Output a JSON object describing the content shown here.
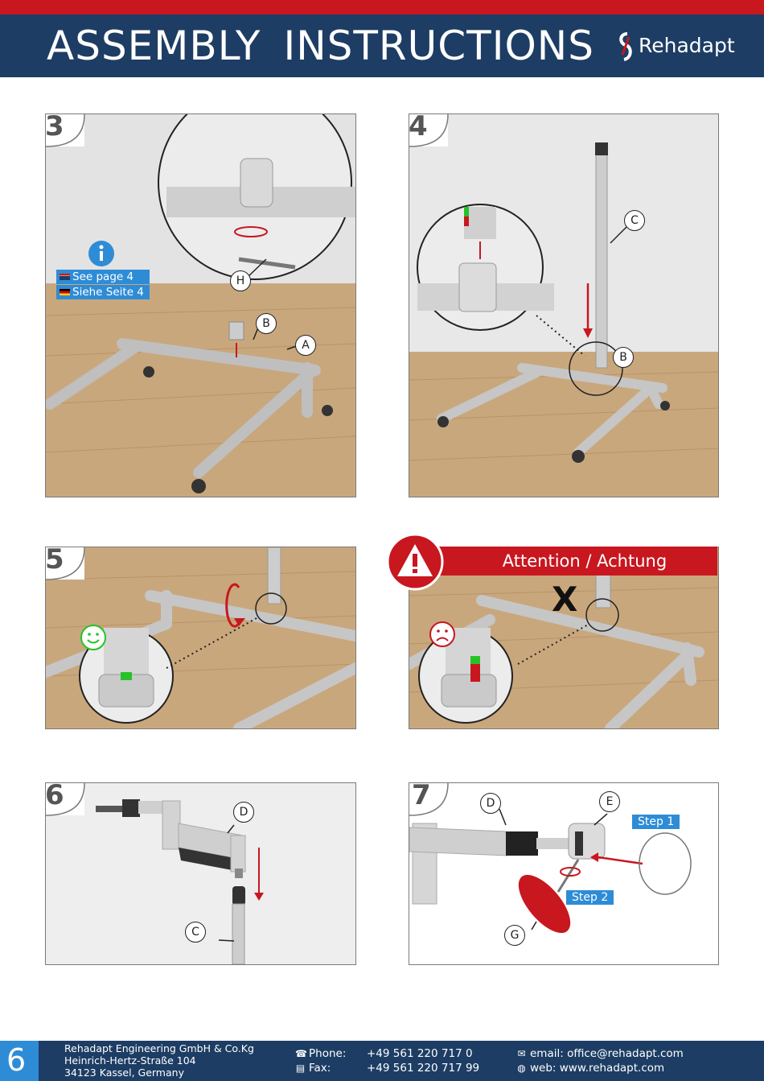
{
  "header": {
    "title_words": [
      "ASSEMBLY",
      "INSTRUCTIONS"
    ],
    "brand": "Rehadapt"
  },
  "steps": [
    {
      "number": "3",
      "callouts": [
        "H",
        "B",
        "A"
      ]
    },
    {
      "number": "4",
      "callouts": [
        "C",
        "B"
      ]
    },
    {
      "number": "5"
    },
    {
      "number": "6",
      "callouts": [
        "D",
        "C"
      ]
    },
    {
      "number": "7",
      "callouts": [
        "D",
        "E",
        "G"
      ]
    }
  ],
  "info": {
    "icon": "info-icon",
    "line_en": "See page 4",
    "line_de": "Siehe Seite 4"
  },
  "attention": {
    "label": "Attention / Achtung",
    "mark": "X"
  },
  "step7_badges": [
    "Step 1",
    "Step 2"
  ],
  "colors": {
    "navy": "#1d3d64",
    "red": "#c8171f",
    "blue": "#2e8cd6",
    "ok_green": "#27c227",
    "panel_gray": "#d9d9d9"
  },
  "footer": {
    "page_number": "6",
    "company_lines": [
      "Rehadapt Engineering GmbH & Co.Kg",
      "Heinrich-Hertz-Straße 104",
      "34123 Kassel, Germany"
    ],
    "phone_label": "Phone:",
    "phone": "+49 561 220 717 0",
    "fax_label": "Fax:",
    "fax": "+49 561 220 717 99",
    "email_label": "email:",
    "email": "office@rehadapt.com",
    "web_label": "web:",
    "web": "www.rehadapt.com"
  }
}
